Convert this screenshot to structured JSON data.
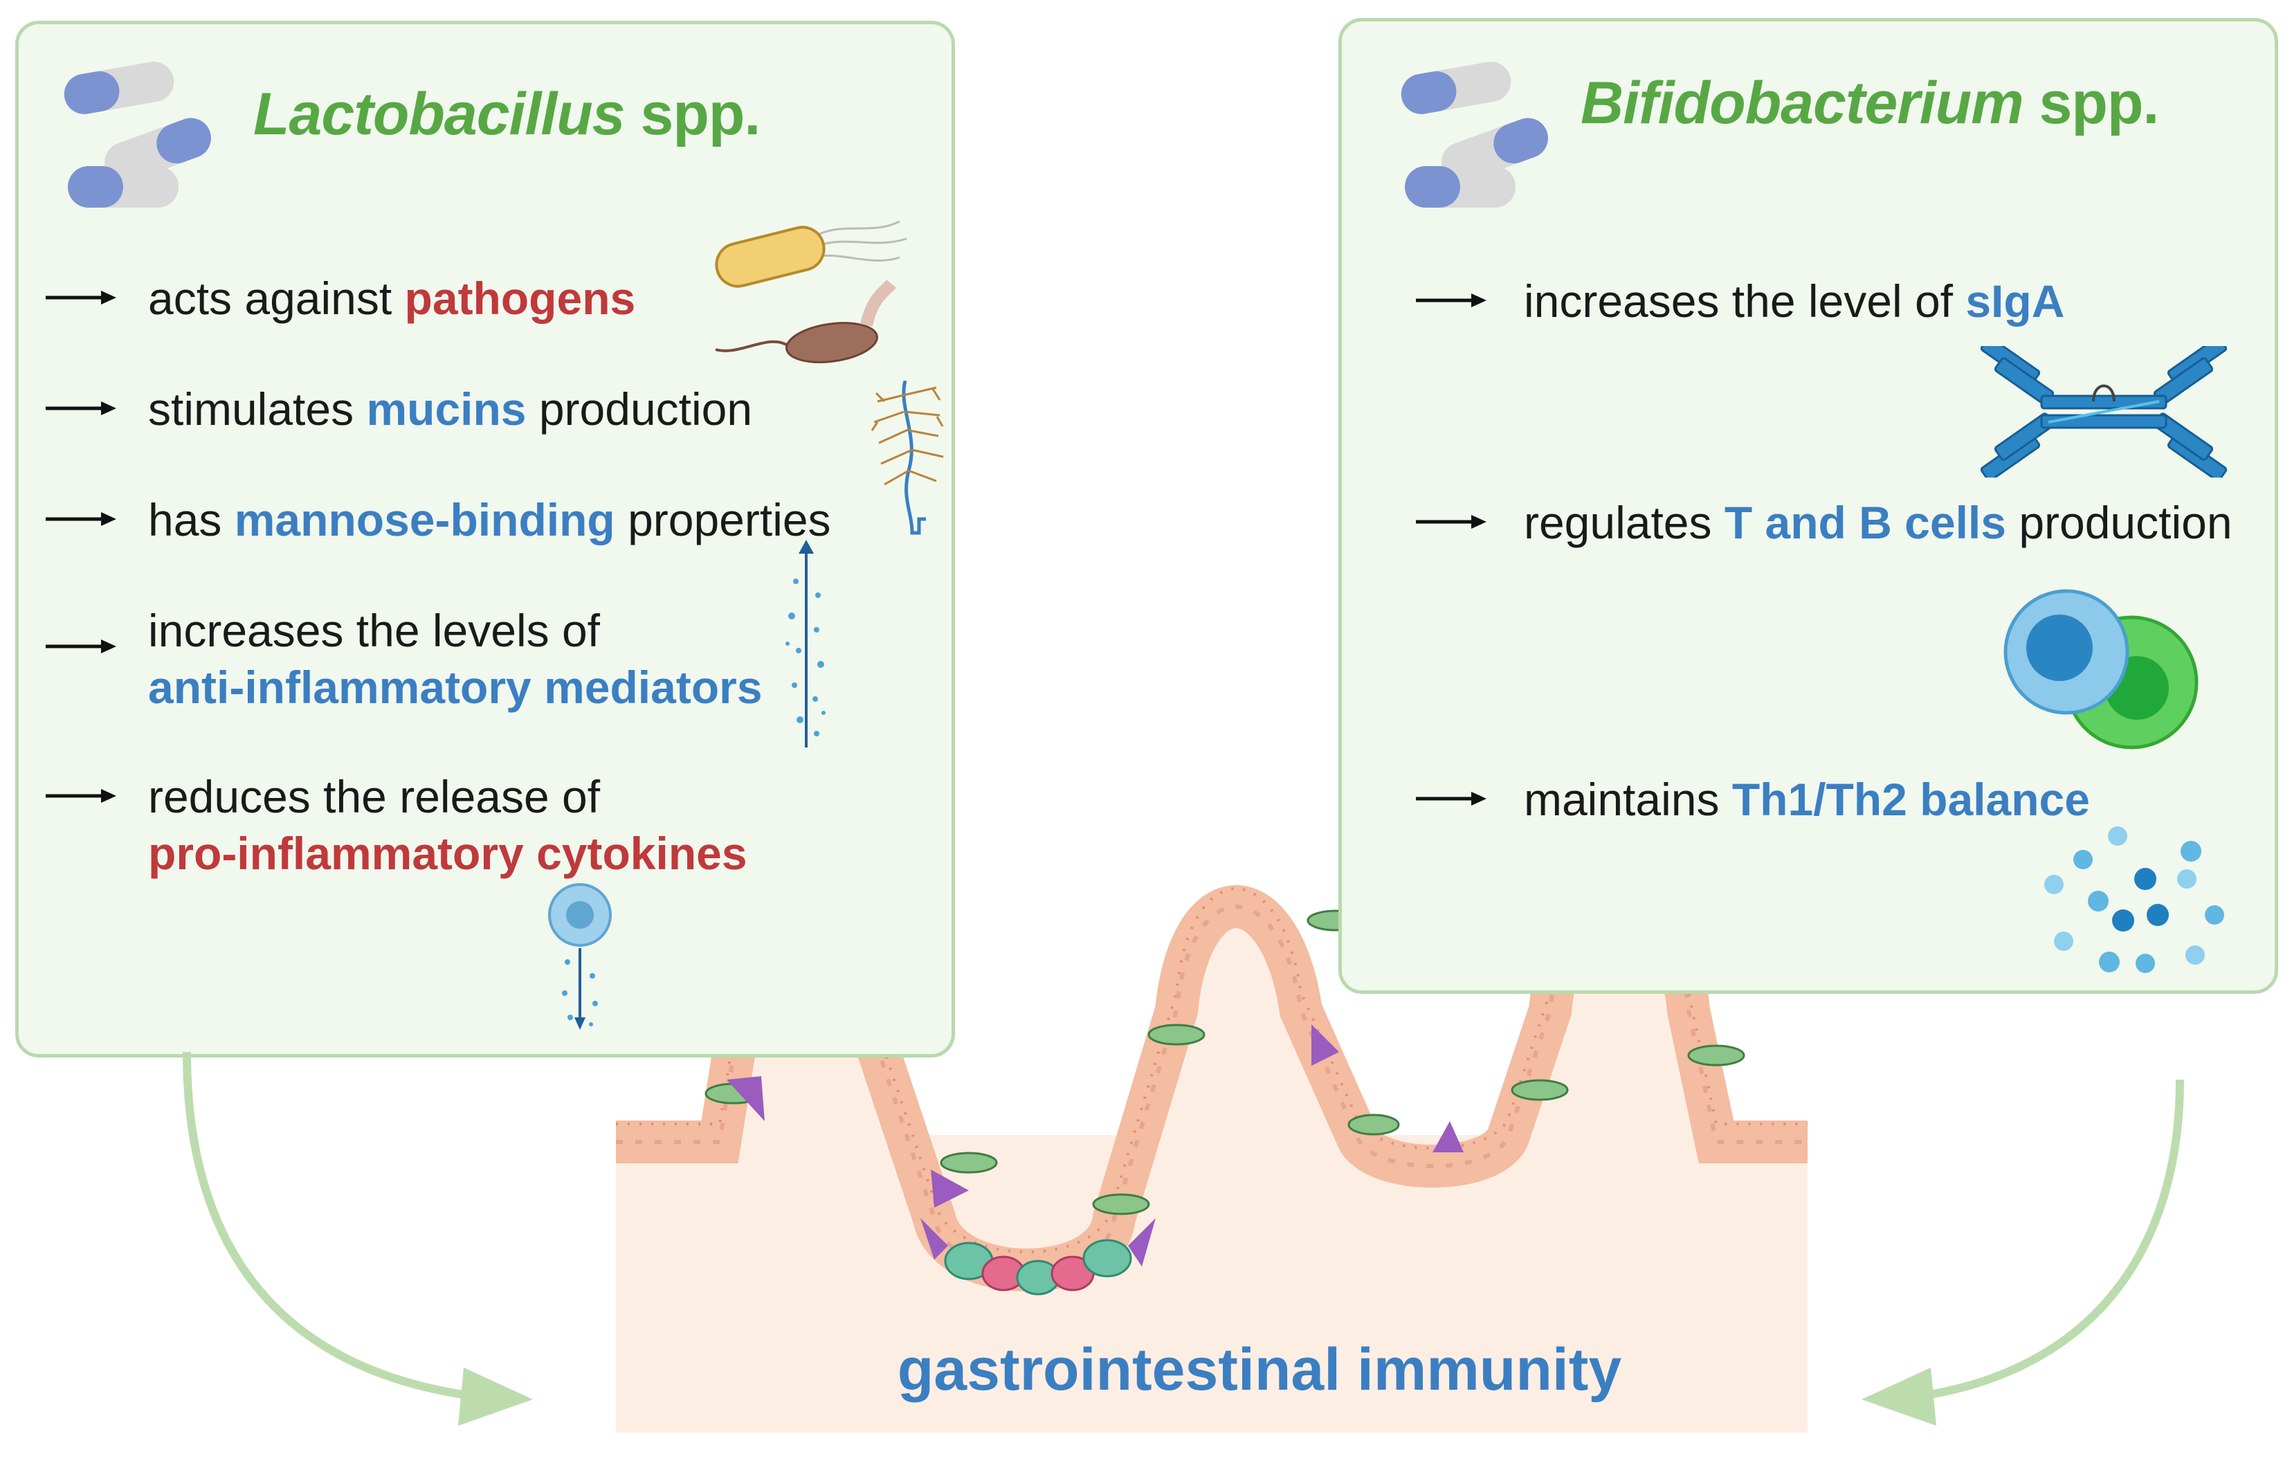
{
  "left_panel": {
    "title_genus": "Lactobacillus",
    "title_suffix": " spp.",
    "items": [
      {
        "prefix": "acts against ",
        "highlight": "pathogens",
        "suffix": "",
        "color": "red"
      },
      {
        "prefix": "stimulates ",
        "highlight": "mucins",
        "suffix": " production",
        "color": "blue"
      },
      {
        "prefix": "has ",
        "highlight": "mannose-binding",
        "suffix": " properties",
        "color": "blue"
      },
      {
        "line1": "increases the levels of",
        "highlight": "anti-inflammatory mediators",
        "color": "blue"
      },
      {
        "line1": "reduces the release of",
        "highlight": "pro-inflammatory cytokines",
        "color": "red"
      }
    ]
  },
  "right_panel": {
    "title_genus": "Bifidobacterium",
    "title_suffix": " spp.",
    "items": [
      {
        "prefix": "increases the level of ",
        "highlight": "sIgA",
        "suffix": "",
        "color": "blue"
      },
      {
        "prefix": "regulates ",
        "highlight": "T and B cells",
        "suffix": " production",
        "color": "blue"
      },
      {
        "prefix": "maintains ",
        "highlight": "Th1/Th2 balance",
        "suffix": "",
        "color": "blue"
      }
    ]
  },
  "bottom_label": "gastrointestinal immunity",
  "icons": [
    "capsules-icon",
    "bacteria-icon",
    "mucin-icon",
    "mediator-arrow-icon",
    "cytokine-cell-icon",
    "antibody-icon",
    "lymphocytes-icon",
    "cytokine-dots-icon",
    "intestinal-villi-icon",
    "curved-arrow-icon"
  ],
  "colors": {
    "panel_bg": "#f1f8ee",
    "panel_border": "#b9d9ad",
    "title_green": "#57a844",
    "highlight_red": "#c0393b",
    "highlight_blue": "#3b7fc2",
    "tissue": "#fdeee4",
    "epithelium": "#f4bca0",
    "arrow_green": "#bcdcae"
  }
}
